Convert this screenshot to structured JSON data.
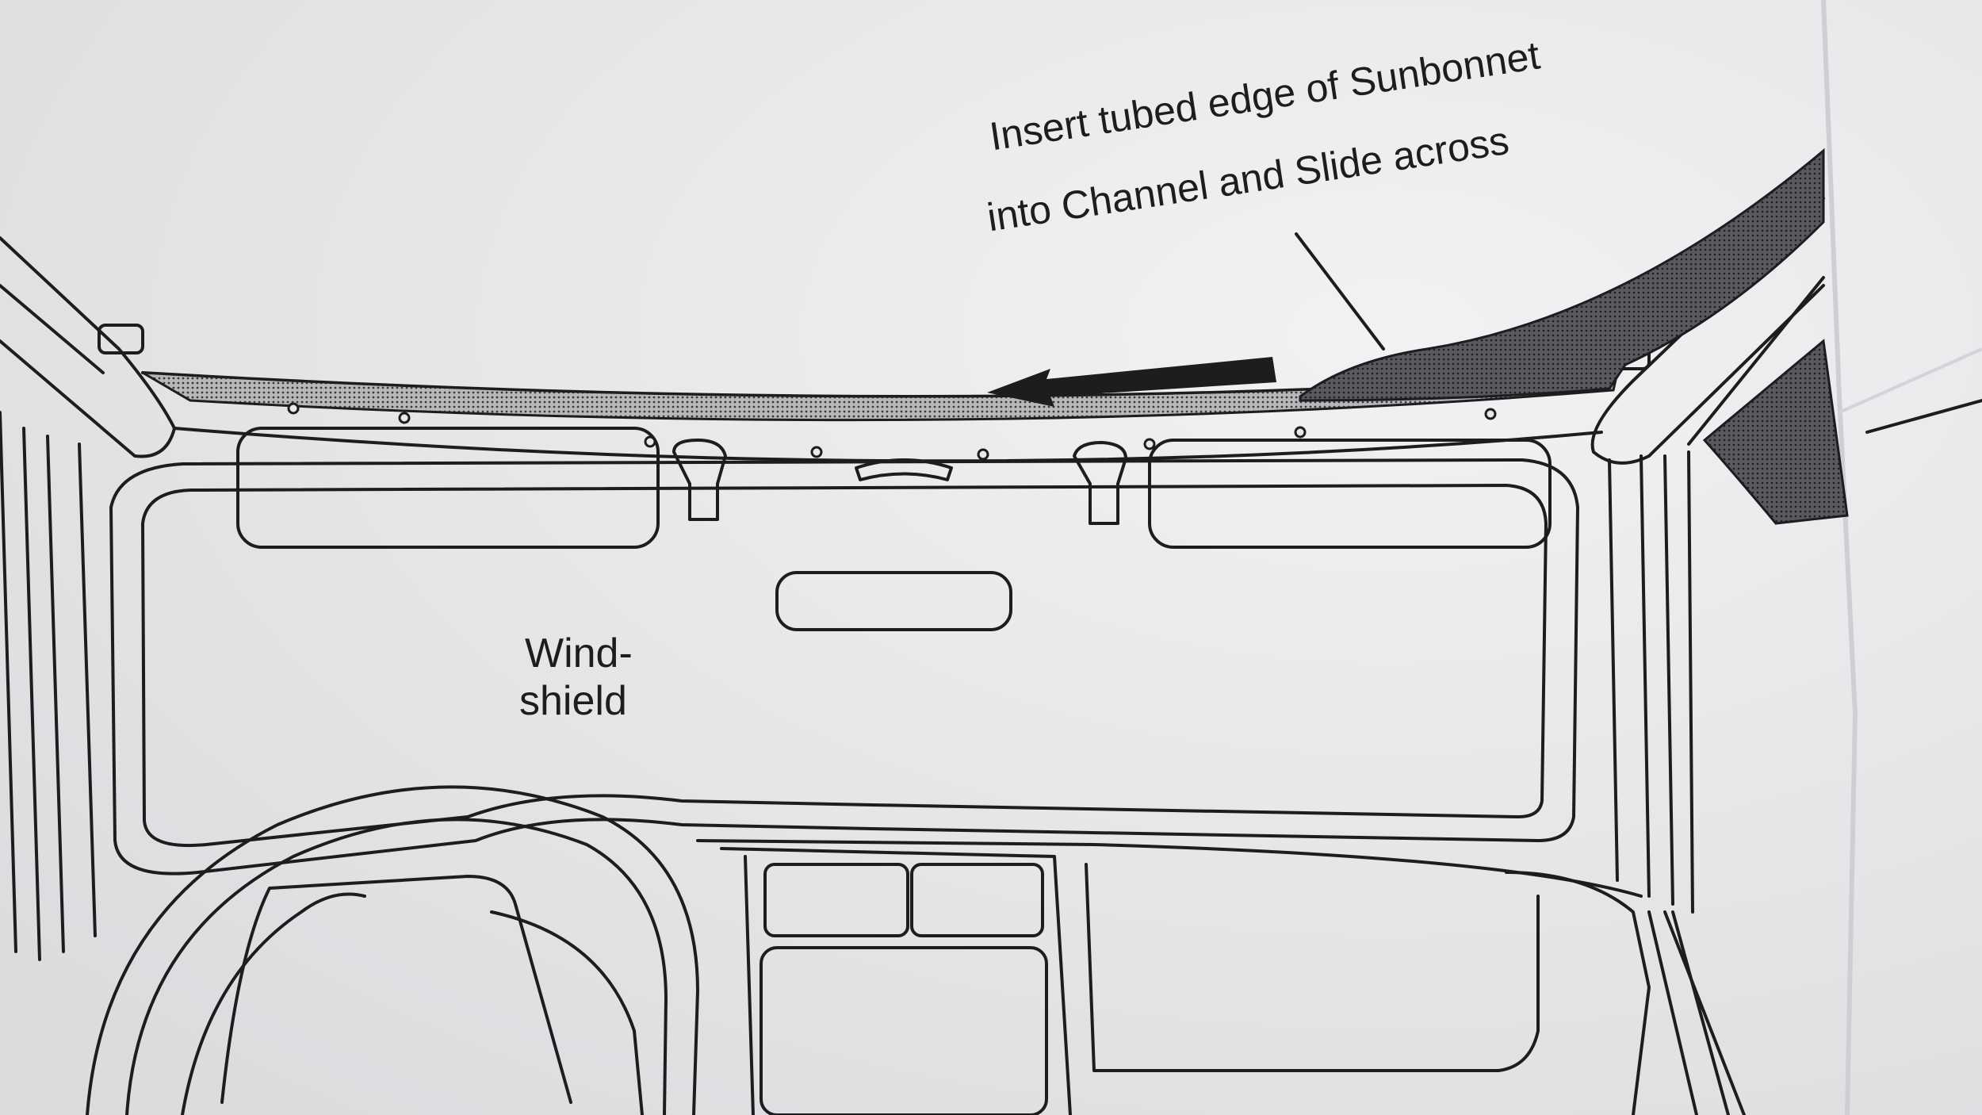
{
  "diagram": {
    "instruction_lines": [
      "Insert tubed edge of Sunbonnet",
      "into Channel and Slide across"
    ],
    "windshield_label_lines": [
      "Wind-",
      "shield"
    ]
  },
  "colors": {
    "paper": "#e9e8ea",
    "ink": "#1d1d1f",
    "shaded_fabric": "#4a4a4e",
    "channel_hatch": "#8b8b8f"
  }
}
